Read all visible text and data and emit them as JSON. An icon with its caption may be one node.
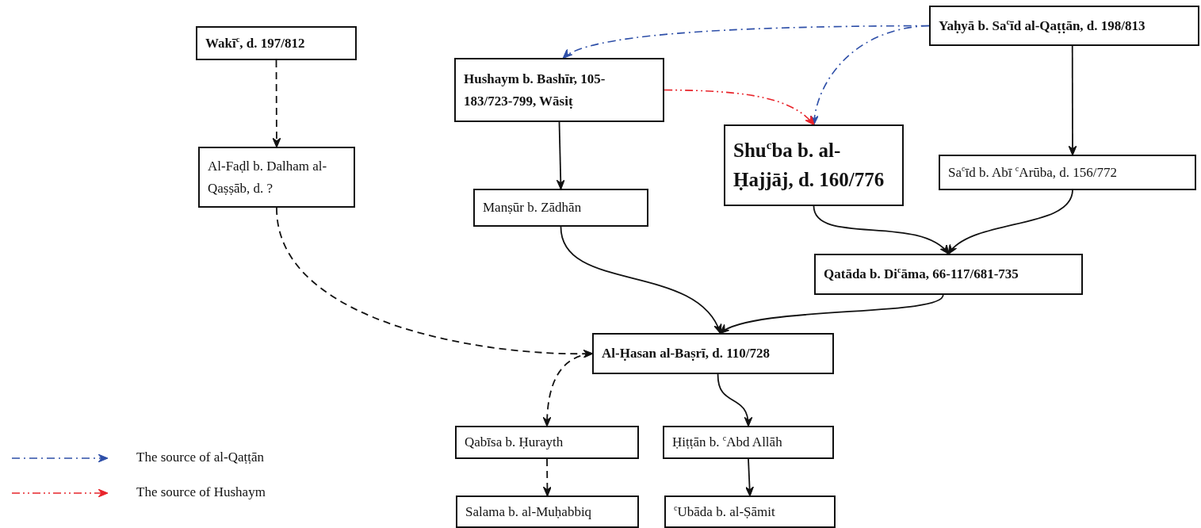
{
  "diagram": {
    "nodes": [
      {
        "text": [
          "Wakī$^{c}$, d. 197/812"
        ]
      },
      {
        "text": [
          "Hushaym b. Bashīr, 105-183/723-799, Wāsiṭ"
        ]
      },
      {
        "text": [
          "Yaḥyā b. Sa$^{c}$īd al-Qaṭṭān, d. 198/813"
        ]
      },
      {
        "text": [
          "Shu$^{c}$ba b. al-Ḥajjāj, d. 160/776"
        ]
      },
      {
        "text": [
          "Al-Faḍl b. Dalham al-Qaṣṣāb, d. ?"
        ]
      },
      {
        "text": [
          "Sa$^{c}$īd b. Abī $^{c}$Arūba, d. 156/772"
        ]
      },
      {
        "text": [
          "Manṣūr b. Zādhān"
        ]
      },
      {
        "text": [
          "Qatāda b. Di$^{c}$āma, 66-117/681-735"
        ]
      },
      {
        "text": [
          "Al-Ḥasan al-Baṣrī, d. 110/728"
        ]
      },
      {
        "text": [
          "Qabīsa b. Ḥurayth"
        ]
      },
      {
        "text": [
          "Ḥiṭṭān b. $^{c}$Abd Allāh"
        ]
      },
      {
        "text": [
          "Salama b. al-Muḥabbiq"
        ]
      },
      {
        "text": [
          "$^{c}$Ubāda b. al-Ṣāmit"
        ]
      }
    ],
    "edges": [
      {
        "from": 0,
        "to": 4,
        "arrow": "to",
        "style": "dashed"
      },
      {
        "from": 2,
        "to": 1,
        "arrow": "to",
        "style": "dashed",
        "color": "#2e4fa8"
      },
      {
        "from": 2,
        "to": 3,
        "arrow": "to",
        "style": "dashed",
        "color": "#2e4fa8"
      },
      {
        "from": 1,
        "to": 3,
        "arrow": "to",
        "style": "dashed",
        "color": "#e8242b"
      },
      {
        "from": 2,
        "to": 5,
        "arrow": "to"
      },
      {
        "from": 1,
        "to": 6,
        "arrow": "to"
      },
      {
        "from": 3,
        "to": 7,
        "arrow": "to"
      },
      {
        "from": 5,
        "to": 7,
        "arrow": "to"
      },
      {
        "from": 6,
        "to": 8,
        "arrow": "to"
      },
      {
        "from": 7,
        "to": 8,
        "arrow": "to"
      },
      {
        "from": 4,
        "to": 8,
        "arrow": "to",
        "style": "dashed"
      },
      {
        "from": 8,
        "to": 9,
        "arrow": "to",
        "style": "dashed"
      },
      {
        "from": 8,
        "to": 10,
        "arrow": "to"
      },
      {
        "from": 9,
        "to": 11,
        "arrow": "to",
        "style": "dashed"
      },
      {
        "from": 10,
        "to": 12,
        "arrow": "to"
      }
    ],
    "legend": [
      {
        "text": "The source of al-Qaṭṭān",
        "color": "#2e4fa8"
      },
      {
        "text": "The source of Hushaym",
        "color": "#e8242b"
      }
    ]
  }
}
